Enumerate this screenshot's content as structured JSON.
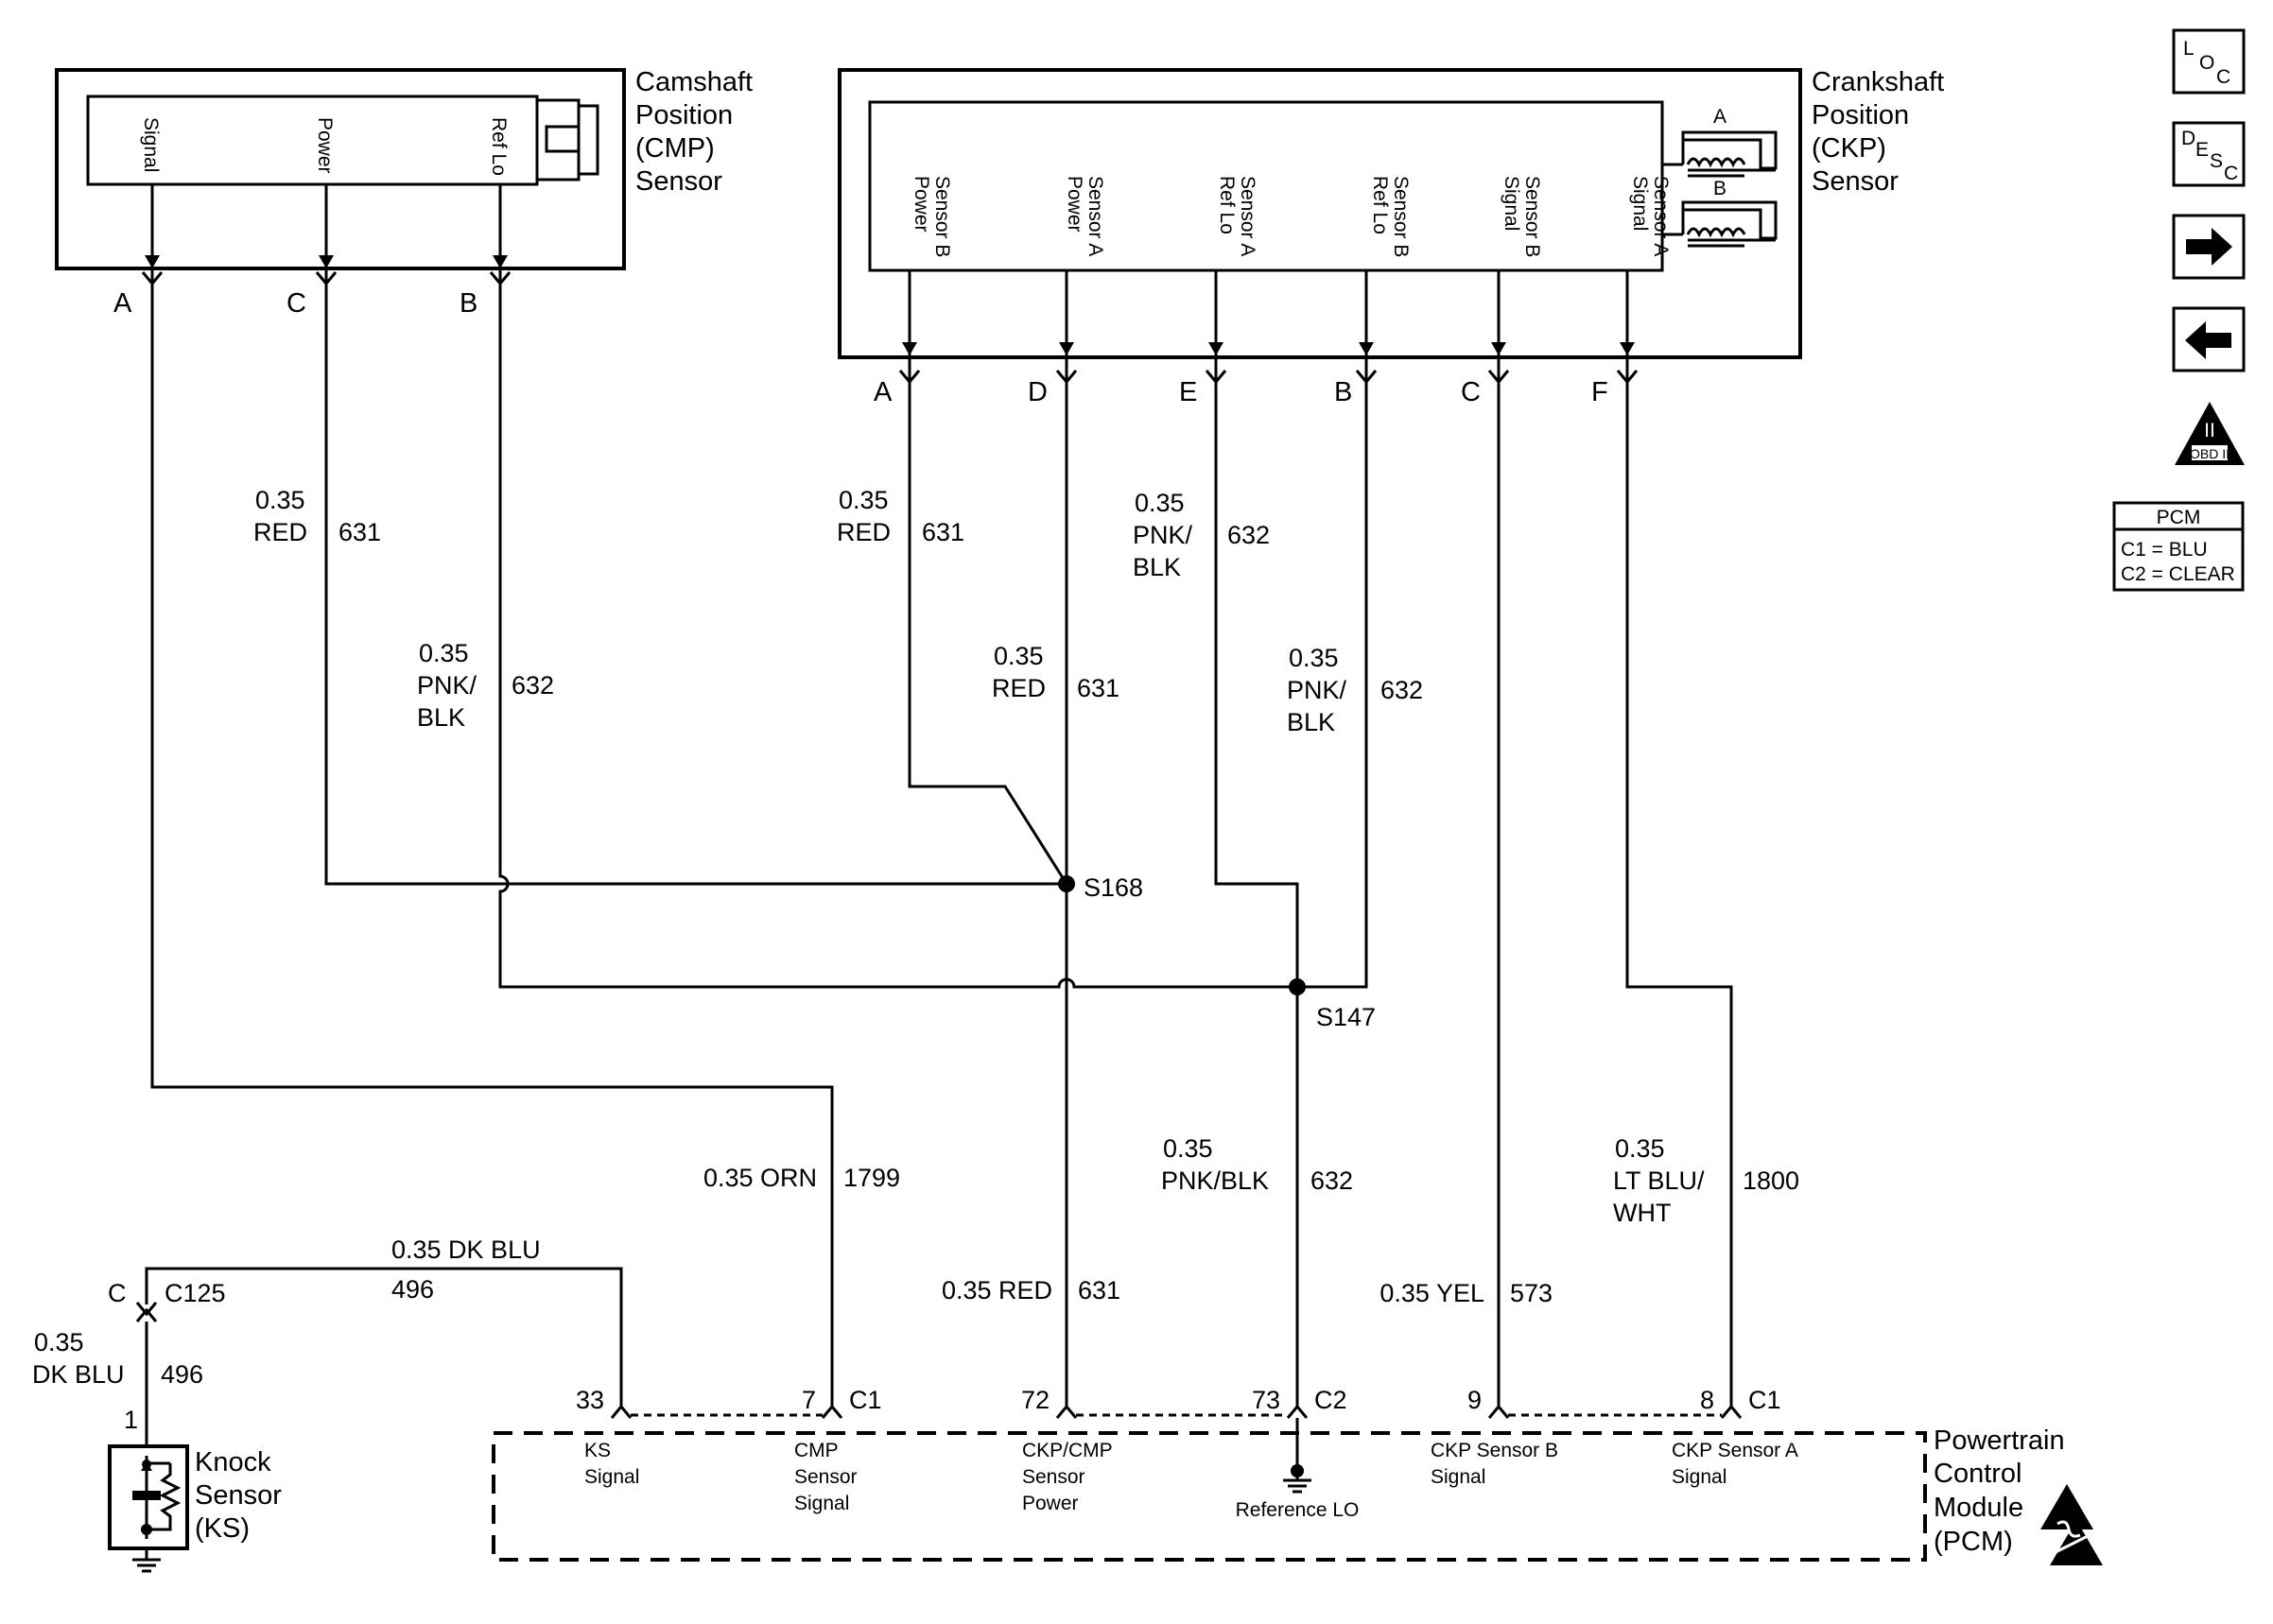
{
  "icons": {
    "loc": {
      "l": "L",
      "o": "O",
      "c": "C"
    },
    "desc": {
      "d": "D",
      "e": "E",
      "s": "S",
      "c": "C"
    },
    "obd": {
      "roman": "II",
      "text": "OBD II"
    },
    "pcm_legend": {
      "title": "PCM",
      "c1": "C1 = BLU",
      "c2": "C2 = CLEAR"
    }
  },
  "cmp_sensor": {
    "name_lines": [
      "Camshaft",
      "Position",
      "(CMP)",
      "Sensor"
    ],
    "terminals": [
      "Signal",
      "Power",
      "Ref Lo"
    ],
    "pins": [
      "A",
      "C",
      "B"
    ]
  },
  "ckp_sensor": {
    "name_lines": [
      "Crankshaft",
      "Position",
      "(CKP)",
      "Sensor"
    ],
    "coil_labels": [
      "A",
      "B"
    ],
    "terminals": [
      [
        "Sensor B",
        "Power"
      ],
      [
        "Sensor A",
        "Power"
      ],
      [
        "Sensor A",
        "Ref Lo"
      ],
      [
        "Sensor B",
        "Ref Lo"
      ],
      [
        "Sensor B",
        "Signal"
      ],
      [
        "Sensor A",
        "Signal"
      ]
    ],
    "pins": [
      "A",
      "D",
      "E",
      "B",
      "C",
      "F"
    ]
  },
  "wires": {
    "cmp_power": {
      "gauge": "0.35",
      "color": "RED",
      "circuit": "631"
    },
    "cmp_reflo": {
      "gauge": "0.35",
      "color_lines": [
        "PNK/",
        "BLK"
      ],
      "circuit": "632"
    },
    "ckp_b_power": {
      "gauge": "0.35",
      "color": "RED",
      "circuit": "631"
    },
    "ckp_a_power": {
      "gauge": "0.35",
      "color": "RED",
      "circuit": "631"
    },
    "ckp_a_reflo": {
      "gauge": "0.35",
      "color_lines": [
        "PNK/",
        "BLK"
      ],
      "circuit": "632"
    },
    "ckp_b_reflo": {
      "gauge": "0.35",
      "color_lines": [
        "PNK/",
        "BLK"
      ],
      "circuit": "632"
    },
    "cmp_signal": {
      "label": "0.35 ORN",
      "circuit": "1799"
    },
    "pcm_power": {
      "label": "0.35 RED",
      "circuit": "631"
    },
    "pcm_reflo": {
      "gauge": "0.35",
      "color": "PNK/BLK",
      "circuit": "632"
    },
    "ckp_b_signal": {
      "label": "0.35 YEL",
      "circuit": "573"
    },
    "ckp_a_signal": {
      "gauge": "0.35",
      "color_lines": [
        "LT BLU/",
        "WHT"
      ],
      "circuit": "1800"
    },
    "ks_to_pcm": {
      "label": "0.35 DK BLU",
      "circuit": "496"
    },
    "ks_lead": {
      "gauge": "0.35",
      "color": "DK BLU",
      "circuit": "496"
    }
  },
  "splices": {
    "s168": "S168",
    "s147": "S147"
  },
  "connector_c125": {
    "pin": "C",
    "name": "C125"
  },
  "knock_sensor": {
    "pin": "1",
    "name_lines": [
      "Knock",
      "Sensor",
      "(KS)"
    ]
  },
  "pcm": {
    "name_lines": [
      "Powertrain",
      "Control",
      "Module",
      "(PCM)"
    ],
    "pins": [
      "33",
      "7",
      "C1",
      "72",
      "73",
      "C2",
      "9",
      "8",
      "C1"
    ],
    "terminals": [
      [
        "KS",
        "Signal"
      ],
      [
        "CMP",
        "Sensor",
        "Signal"
      ],
      [
        "CKP/CMP",
        "Sensor",
        "Power"
      ],
      [
        "Reference LO"
      ],
      [
        "CKP Sensor B",
        "Signal"
      ],
      [
        "CKP Sensor A",
        "Signal"
      ]
    ]
  }
}
